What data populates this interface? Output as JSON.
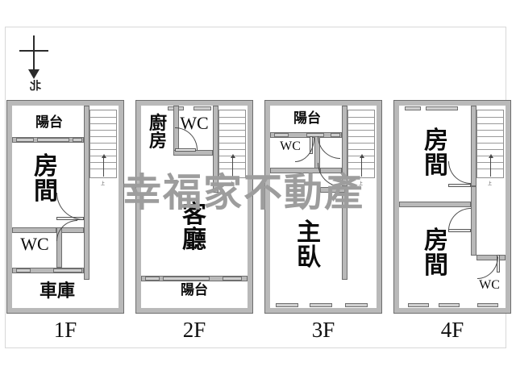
{
  "document": {
    "type": "floor-plan",
    "watermark": "幸福家不動產",
    "north_label": "北"
  },
  "floors": [
    {
      "id": "1F",
      "caption": "1F",
      "rooms": [
        {
          "name": "balcony",
          "label": "陽台"
        },
        {
          "name": "bedroom",
          "label": "房\n間"
        },
        {
          "name": "bathroom",
          "label": "WC"
        },
        {
          "name": "garage",
          "label": "車庫"
        }
      ],
      "stairs": {
        "label": "上",
        "steps": 10
      }
    },
    {
      "id": "2F",
      "caption": "2F",
      "rooms": [
        {
          "name": "kitchen",
          "label": "廚\n房"
        },
        {
          "name": "bathroom",
          "label": "WC"
        },
        {
          "name": "living-room",
          "label": "客\n廳"
        },
        {
          "name": "balcony",
          "label": "陽台"
        }
      ],
      "stairs": {
        "label": "上",
        "steps": 10
      }
    },
    {
      "id": "3F",
      "caption": "3F",
      "rooms": [
        {
          "name": "balcony",
          "label": "陽台"
        },
        {
          "name": "bathroom",
          "label": "WC"
        },
        {
          "name": "master-bedroom",
          "label": "主\n臥"
        }
      ],
      "stairs": {
        "label": "上",
        "steps": 10
      }
    },
    {
      "id": "4F",
      "caption": "4F",
      "rooms": [
        {
          "name": "bedroom-upper",
          "label": "房\n間"
        },
        {
          "name": "bedroom-lower",
          "label": "房\n間"
        },
        {
          "name": "bathroom",
          "label": "WC"
        }
      ],
      "stairs": {
        "label": "上",
        "steps": 10
      }
    }
  ],
  "colors": {
    "wall_fill": "#b9b9b9",
    "wall_stroke": "#6e6e6e",
    "window_fill": "#cfcfcf",
    "watermark": "#9d9d9d",
    "text": "#0b0b0b",
    "frame": "#d8d8d8"
  }
}
